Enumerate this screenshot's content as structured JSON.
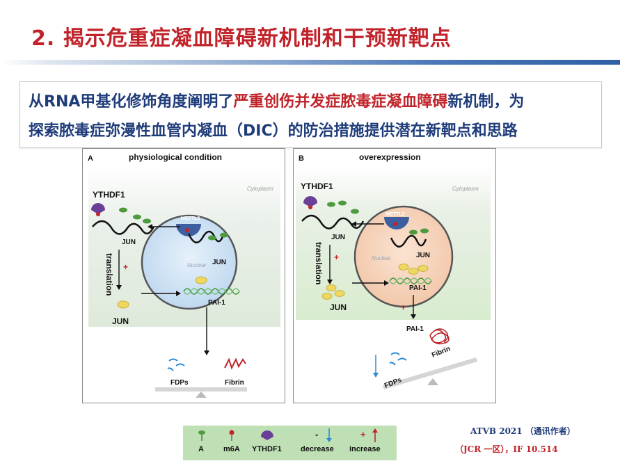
{
  "slide": {
    "title": "2. 揭示危重症凝血障碍新机制和干预新靶点",
    "summary_line1_a": "从RNA甲基化修饰角度阐明了",
    "summary_line1_b": "严重创伤并发症脓毒症凝血障碍",
    "summary_line1_c": "新机制，为",
    "summary_line2": "探索脓毒症弥漫性血管内凝血（DIC）的防治措施提供潜在新靶点和思路"
  },
  "panel_a": {
    "label": "A",
    "title": "physiological condition",
    "cytoplasm": "Cytoplasm",
    "nuclear": "Nuclear",
    "ythdf1": "YTHDF1",
    "jun_top": "JUN",
    "jun_nuc": "JUN",
    "translation": "translation",
    "plus": "+",
    "jun_bottom": "JUN",
    "mettl3": "METTL3",
    "pai1": "PAI-1",
    "fdps": "FDPs",
    "fibrin": "Fibrin"
  },
  "panel_b": {
    "label": "B",
    "title": "overexpression",
    "cytoplasm": "Cytoplasm",
    "nuclear": "Nuclear",
    "ythdf1": "YTHDF1",
    "jun_top": "JUN",
    "jun_nuc": "JUN",
    "translation": "translation",
    "plus": "+",
    "plus2": "+",
    "jun_bottom": "JUN",
    "mettl3": "METTL3",
    "pai1_nuc": "PAI-1",
    "pai1_out": "PAI-1",
    "fdps": "FDPs",
    "fibrin": "Fibrin"
  },
  "legend": {
    "a": "A",
    "m6a": "m6A",
    "ythdf1": "YTHDF1",
    "decrease": "decrease",
    "increase": "increase",
    "minus": "-",
    "plus": "+"
  },
  "citation": {
    "line1": "ATVB 2021 （通讯作者）",
    "line2": "（JCR 一区），IF 10.514"
  },
  "colors": {
    "title_red": "#c0232a",
    "text_blue": "#1f3c7a",
    "legend_green": "#bfe0b4"
  }
}
